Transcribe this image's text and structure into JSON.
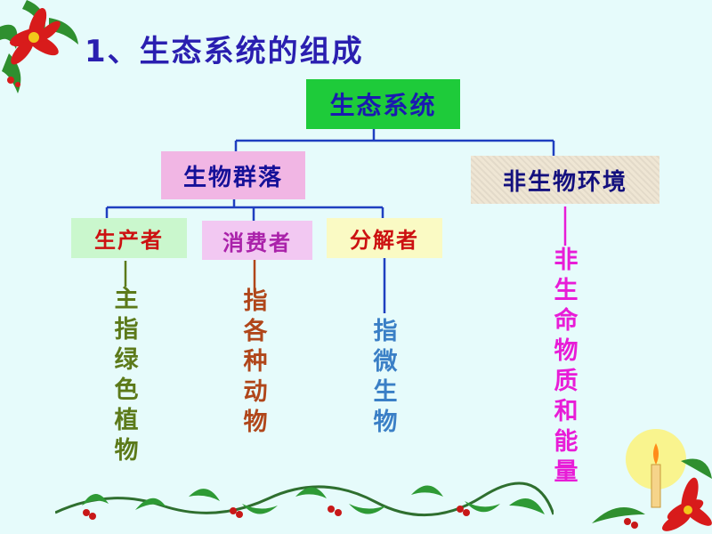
{
  "title": "1、生态系统的组成",
  "root": {
    "label": "生态系统"
  },
  "community": {
    "label": "生物群落"
  },
  "environment": {
    "label": "非生物环境",
    "desc": [
      "非",
      "生",
      "命",
      "物",
      "质",
      "和",
      "能",
      "量"
    ]
  },
  "producer": {
    "label": "生产者",
    "desc": [
      "主",
      "指",
      "绿",
      "色",
      "植",
      "物"
    ]
  },
  "consumer": {
    "label": "消费者",
    "desc": [
      "指",
      "各",
      "种",
      "动",
      "物"
    ]
  },
  "decomposer": {
    "label": "分解者",
    "desc": [
      "指",
      "微",
      "生",
      "物"
    ]
  },
  "colors": {
    "background": "#e6fbfb",
    "title": "#2a1fb0",
    "root_box": "#1ecb3a",
    "community_box": "#f1b6e4",
    "env_box": "#efe6d4",
    "connector": "#1f3fc0",
    "env_connector": "#e81cd7"
  },
  "decorations": [
    "poinsettia-icon",
    "holly-garland-icon",
    "candle-icon"
  ]
}
